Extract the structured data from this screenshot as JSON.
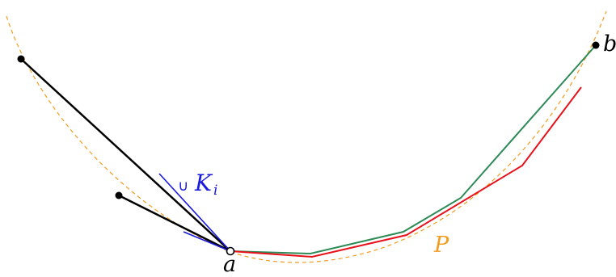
{
  "labels": {
    "point_a": "a",
    "point_b": "b",
    "curve_p": "P",
    "union_symbol": "∪",
    "cone_k": "K",
    "cone_subscript": "i"
  },
  "colors": {
    "curve_p": "#f39c1e",
    "cone_lines": "#1a1adf",
    "red_path": "#e8101a",
    "green_path": "#2e8b57",
    "black_segments": "#000000",
    "background": "#ffffff"
  }
}
